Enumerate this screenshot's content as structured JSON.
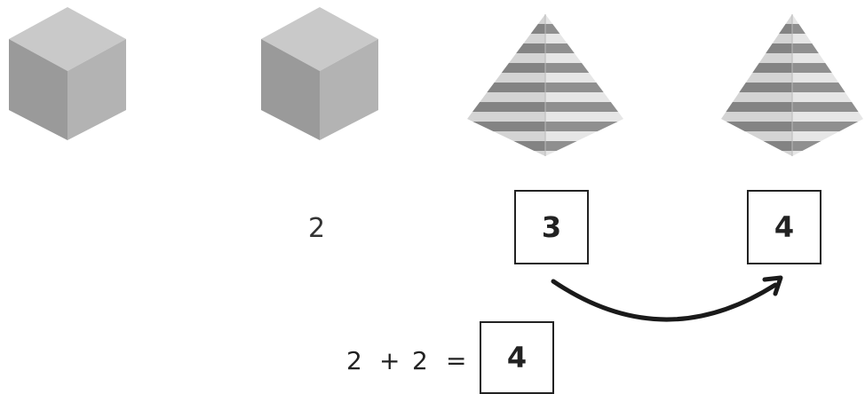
{
  "shapes": [
    {
      "kind": "cube-icon"
    },
    {
      "kind": "cube-icon"
    },
    {
      "kind": "striped-pyramid-icon"
    },
    {
      "kind": "striped-pyramid-icon"
    }
  ],
  "counts": {
    "second": "2",
    "third": "3",
    "fourth": "4"
  },
  "equation": {
    "left": "2",
    "plus": "+",
    "right": "2",
    "equals": "=",
    "answer": "4"
  },
  "colors": {
    "cube_top": "#c9c9c9",
    "cube_left": "#9a9a9a",
    "cube_right": "#b3b3b3",
    "pyramid_light": "#e6e6e6",
    "pyramid_stripe": "#8f8f8f",
    "arrow": "#1a1a1a"
  }
}
